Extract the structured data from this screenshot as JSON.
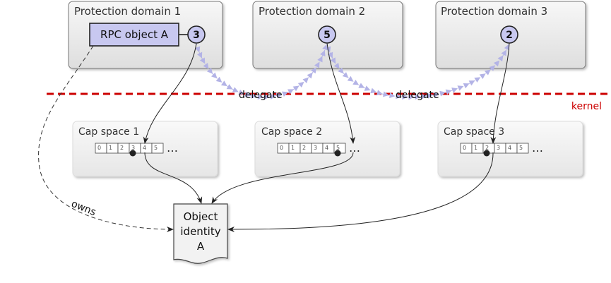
{
  "domains": [
    {
      "title": "Protection domain 1",
      "capability": "3"
    },
    {
      "title": "Protection domain 2",
      "capability": "5"
    },
    {
      "title": "Protection domain 3",
      "capability": "2"
    }
  ],
  "rpc_object": {
    "label": "RPC object A"
  },
  "cap_spaces": [
    {
      "title": "Cap space 1",
      "slots": [
        "0",
        "1",
        "2",
        "3",
        "4",
        "5"
      ],
      "ellipsis": "…",
      "selected": 3
    },
    {
      "title": "Cap space 2",
      "slots": [
        "0",
        "1",
        "2",
        "3",
        "4",
        "5"
      ],
      "ellipsis": "…",
      "selected": 5
    },
    {
      "title": "Cap space 3",
      "slots": [
        "0",
        "1",
        "2",
        "3",
        "4",
        "5"
      ],
      "ellipsis": "…",
      "selected": 2
    }
  ],
  "object_identity": {
    "lines": [
      "Object",
      "identity",
      "A"
    ]
  },
  "edges": {
    "delegate_1": "delegate",
    "delegate_2": "delegate",
    "owns": "owns"
  },
  "kernel_label": "kernel",
  "colors": {
    "kernel_line": "#cc0000",
    "delegate_arrow": "#b3b3e6",
    "capability_fill": "#c8c8f0",
    "box_fill": "#e9e9e9",
    "cap_box_fill": "#ededed"
  }
}
